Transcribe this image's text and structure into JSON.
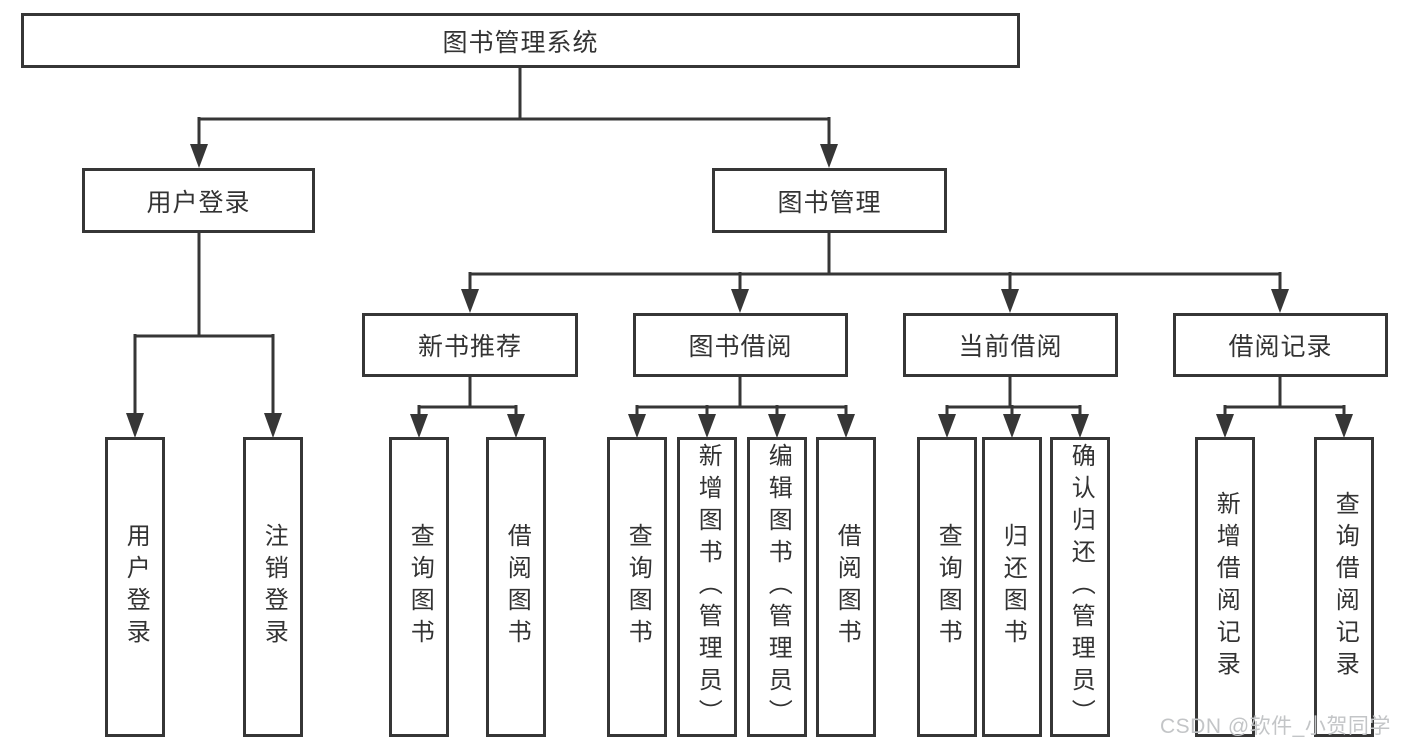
{
  "tree": {
    "root": {
      "label": "图书管理系统"
    },
    "user_login": {
      "label": "用户登录",
      "children": {
        "login": {
          "label": "用户登录"
        },
        "logout": {
          "label": "注销登录"
        }
      }
    },
    "book_mgmt": {
      "label": "图书管理",
      "children": {
        "new_books": {
          "label": "新书推荐",
          "children": {
            "query": {
              "label": "查询图书"
            },
            "borrow": {
              "label": "借阅图书"
            }
          }
        },
        "borrowing": {
          "label": "图书借阅",
          "children": {
            "query": {
              "label": "查询图书"
            },
            "add": {
              "label": "新增图书（管理员）"
            },
            "edit": {
              "label": "编辑图书（管理员）"
            },
            "borrow": {
              "label": "借阅图书"
            }
          }
        },
        "current": {
          "label": "当前借阅",
          "children": {
            "query": {
              "label": "查询图书"
            },
            "return": {
              "label": "归还图书"
            },
            "confirm": {
              "label": "确认归还（管理员）"
            }
          }
        },
        "records": {
          "label": "借阅记录",
          "children": {
            "add": {
              "label": "新增借阅记录"
            },
            "query": {
              "label": "查询借阅记录"
            }
          }
        }
      }
    }
  },
  "watermark": {
    "text": "CSDN @软件_小贺同学"
  },
  "colors": {
    "line": "#363636",
    "text": "#333333",
    "box_background": "#ffffff",
    "watermark": "#c3c5c7"
  }
}
